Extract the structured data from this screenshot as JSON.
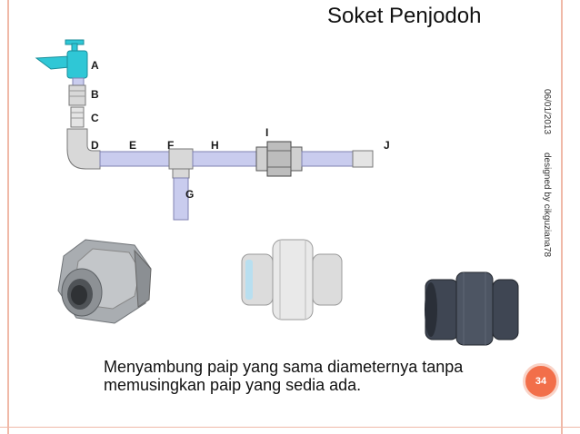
{
  "slide": {
    "title": "Soket Penjodoh",
    "date": "06/01/2013",
    "credit": "designed by cikguziana78",
    "caption_line1": "Menyambung paip yang sama diameternya tanpa",
    "caption_line2": "memusingkan paip yang sedia ada.",
    "page_number": "34"
  },
  "diagram": {
    "labels": {
      "A": "A",
      "B": "B",
      "C": "C",
      "D": "D",
      "E": "E",
      "F": "F",
      "G": "G",
      "H": "H",
      "I": "I",
      "J": "J"
    }
  },
  "photos": [
    {
      "name": "galvanized-union-photo"
    },
    {
      "name": "white-pvc-union-photo"
    },
    {
      "name": "grey-pvc-union-photo"
    }
  ],
  "colors": {
    "accent": "#f26f4a",
    "faucet": "#2fc7d6",
    "pipe": "#c9ccee",
    "fitting": "#d8d8d8"
  }
}
